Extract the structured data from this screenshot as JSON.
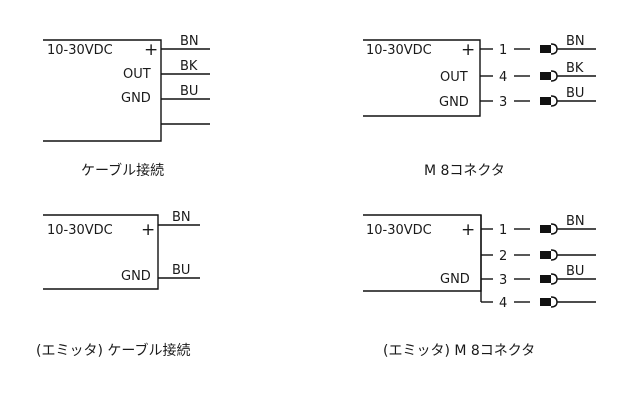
{
  "panels": [
    {
      "caption": "ケーブル接続",
      "supply": "10-30VDC",
      "plus": "+",
      "out_label": "OUT",
      "gnd_label": "GND",
      "wires": [
        "BN",
        "BK",
        "BU"
      ]
    },
    {
      "caption": "M 8コネクタ",
      "supply": "10-30VDC",
      "plus": "+",
      "out_label": "OUT",
      "gnd_label": "GND",
      "pins": [
        "1",
        "4",
        "3"
      ],
      "wires": [
        "BN",
        "BK",
        "BU"
      ]
    },
    {
      "caption": "(エミッタ) ケーブル接続",
      "supply": "10-30VDC",
      "plus": "+",
      "gnd_label": "GND",
      "wires": [
        "BN",
        "BU"
      ]
    },
    {
      "caption": "(エミッタ) M 8コネクタ",
      "supply": "10-30VDC",
      "plus": "+",
      "gnd_label": "GND",
      "pins": [
        "1",
        "2",
        "3",
        "4"
      ],
      "wires": [
        "BN",
        "BU"
      ]
    }
  ]
}
